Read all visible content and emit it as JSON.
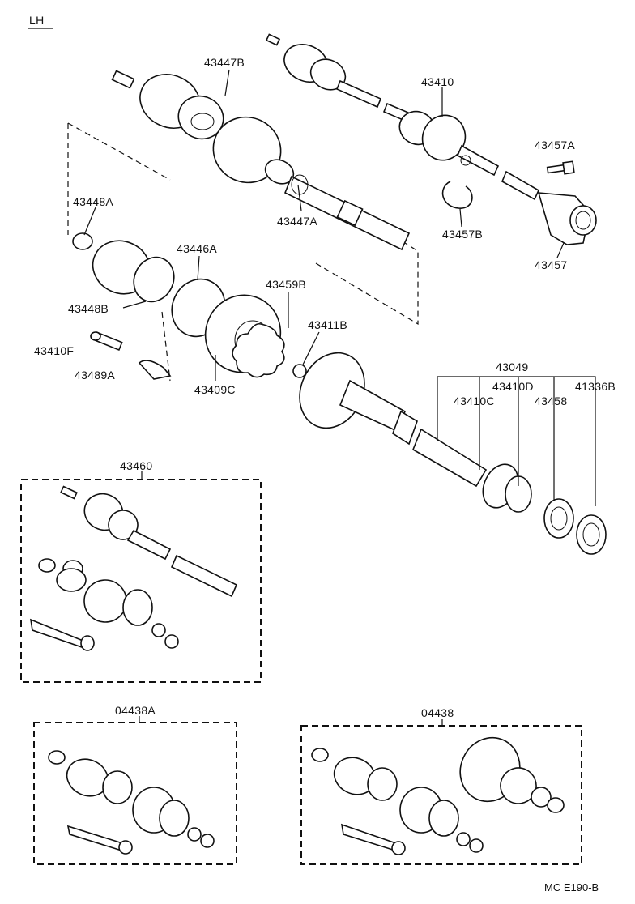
{
  "side_label": "LH",
  "drawing_code": "MC  E190-B",
  "parts": {
    "p43447B": "43447B",
    "p43410": "43410",
    "p43457A": "43457A",
    "p43448A": "43448A",
    "p43447A": "43447A",
    "p43457B": "43457B",
    "p43446A": "43446A",
    "p43457": "43457",
    "p43459B": "43459B",
    "p43448B": "43448B",
    "p43411B": "43411B",
    "p43410F": "43410F",
    "p43489A": "43489A",
    "p43409C": "43409C",
    "p43049": "43049",
    "p43410D": "43410D",
    "p41336B": "41336B",
    "p43410C": "43410C",
    "p43458": "43458",
    "p43460": "43460",
    "p04438A": "04438A",
    "p04438": "04438"
  }
}
